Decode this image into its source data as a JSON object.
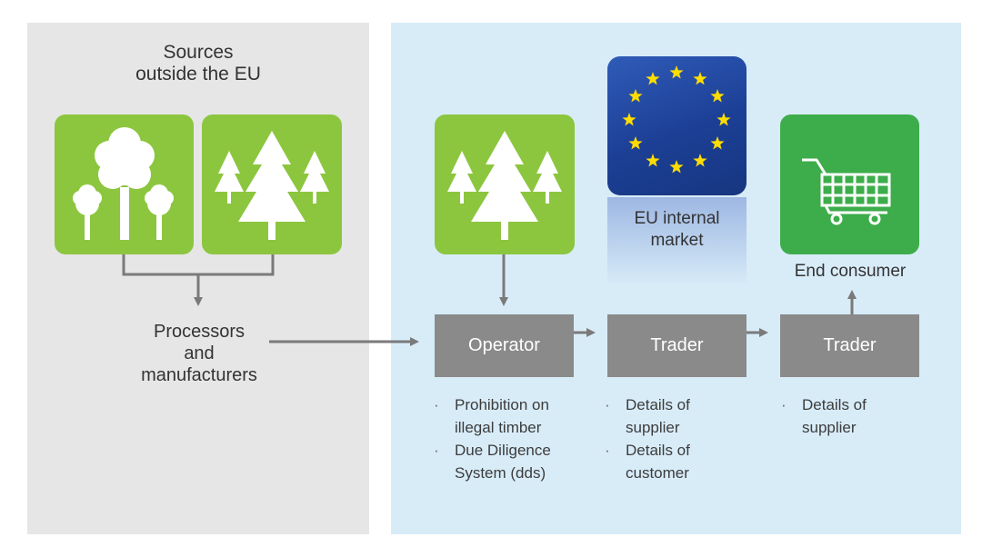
{
  "left": {
    "title": "Sources outside the EU",
    "title_lines": [
      "Sources",
      "outside the EU"
    ],
    "processors_lines": [
      "Processors",
      "and",
      "manufacturers"
    ]
  },
  "eu_market": {
    "lines": [
      "EU internal",
      "market"
    ]
  },
  "end_consumer": {
    "label": "End consumer"
  },
  "boxes": [
    {
      "label": "Operator"
    },
    {
      "label": "Trader"
    },
    {
      "label": "Trader"
    }
  ],
  "notes": {
    "operator": [
      "Prohibition on illegal timber",
      "Due Diligence System (dds)"
    ],
    "operator_lines": [
      [
        "Prohibition on",
        "illegal timber"
      ],
      [
        "Due Diligence",
        "System (dds)"
      ]
    ],
    "trader1": [
      [
        "Details of",
        "supplier"
      ],
      [
        "Details of",
        "customer"
      ]
    ],
    "trader2": [
      [
        "Details of",
        "supplier"
      ]
    ]
  },
  "colors": {
    "green_tile": "#8cc63f",
    "consumer_tile": "#3cad4a",
    "box_grey": "#8a8a8a",
    "left_panel": "#e6e6e6",
    "right_panel": "#d8ecf8",
    "eu_blue": "#1f4499",
    "eu_star": "#ffdd00"
  },
  "icons": [
    "deciduous-trees-icon",
    "conifer-trees-icon",
    "eu-flag-icon",
    "shopping-cart-icon"
  ]
}
